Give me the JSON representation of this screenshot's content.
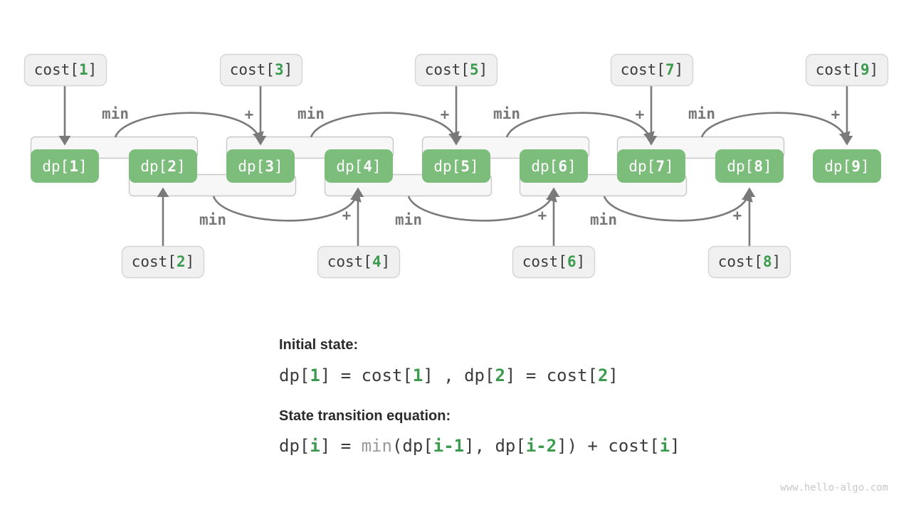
{
  "diagram": {
    "title": "Min Cost Climbing Stairs DP",
    "colors": {
      "dp_fill": "#7CBD7C",
      "dp_text": "#ffffff",
      "cost_fill": "#F0F0F0",
      "cost_border": "#D5D5D5",
      "cost_text": "#3C3C3C",
      "index_accent": "#3C9A4E",
      "bracket_fill": "#F7F7F7",
      "bracket_border": "#C8C8C8",
      "arrow": "#7A7A7A",
      "op_label": "#787878",
      "background": "#ffffff"
    },
    "dp_cells": [
      {
        "prefix": "dp[",
        "index": "1",
        "suffix": "]"
      },
      {
        "prefix": "dp[",
        "index": "2",
        "suffix": "]"
      },
      {
        "prefix": "dp[",
        "index": "3",
        "suffix": "]"
      },
      {
        "prefix": "dp[",
        "index": "4",
        "suffix": "]"
      },
      {
        "prefix": "dp[",
        "index": "5",
        "suffix": "]"
      },
      {
        "prefix": "dp[",
        "index": "6",
        "suffix": "]"
      },
      {
        "prefix": "dp[",
        "index": "7",
        "suffix": "]"
      },
      {
        "prefix": "dp[",
        "index": "8",
        "suffix": "]"
      },
      {
        "prefix": "dp[",
        "index": "9",
        "suffix": "]"
      }
    ],
    "cost_cells_top": [
      {
        "prefix": "cost[",
        "index": "1",
        "suffix": "]"
      },
      {
        "prefix": "cost[",
        "index": "3",
        "suffix": "]"
      },
      {
        "prefix": "cost[",
        "index": "5",
        "suffix": "]"
      },
      {
        "prefix": "cost[",
        "index": "7",
        "suffix": "]"
      },
      {
        "prefix": "cost[",
        "index": "9",
        "suffix": "]"
      }
    ],
    "cost_cells_bottom": [
      {
        "prefix": "cost[",
        "index": "2",
        "suffix": "]"
      },
      {
        "prefix": "cost[",
        "index": "4",
        "suffix": "]"
      },
      {
        "prefix": "cost[",
        "index": "6",
        "suffix": "]"
      },
      {
        "prefix": "cost[",
        "index": "8",
        "suffix": "]"
      }
    ],
    "op_labels_top": [
      {
        "min": "min",
        "plus": "+"
      },
      {
        "min": "min",
        "plus": "+"
      },
      {
        "min": "min",
        "plus": "+"
      },
      {
        "min": "min",
        "plus": "+"
      }
    ],
    "op_labels_bottom": [
      {
        "min": "min",
        "plus": "+"
      },
      {
        "min": "min",
        "plus": "+"
      },
      {
        "min": "min",
        "plus": "+"
      }
    ]
  },
  "caption": {
    "initial_state_heading": "Initial state:",
    "initial_state_formula": {
      "t1": "dp[",
      "i1": "1",
      "t2": "] = cost[",
      "i2": "1",
      "t3": "] , dp[",
      "i3": "2",
      "t4": "] = cost[",
      "i4": "2",
      "t5": "]"
    },
    "transition_heading": "State transition equation:",
    "transition_formula": {
      "t1": "dp[",
      "i1": "i",
      "t2": "] = ",
      "fn": "min",
      "t3": "(dp[",
      "i2": "i-1",
      "t4": "], dp[",
      "i3": "i-2",
      "t5": "]) + cost[",
      "i4": "i",
      "t6": "]"
    }
  },
  "watermark": {
    "text": "www.hello-algo.com"
  }
}
